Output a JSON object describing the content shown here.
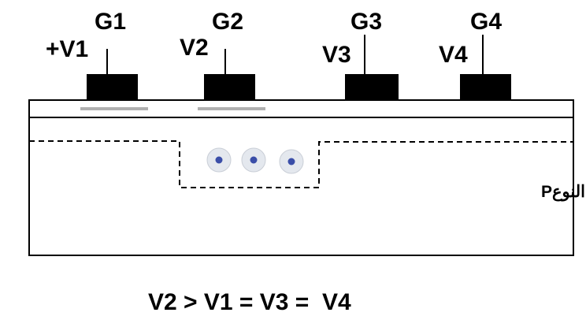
{
  "gates": [
    {
      "name": "G1",
      "voltage": "+V1"
    },
    {
      "name": "G2",
      "voltage": "V2"
    },
    {
      "name": "G3",
      "voltage": "V3"
    },
    {
      "name": "G4",
      "voltage": "V4"
    }
  ],
  "substrate_label": "نصف ناقل من النوعP",
  "relation": "V2 > V1 = V3 =  V4",
  "colors": {
    "gate_fill": "#000000",
    "electrode_gray": "#b0b0b0",
    "charge_dot": "#3a4ea8",
    "charge_halo": "#e4e8ee"
  },
  "charges": {
    "count": 3
  }
}
